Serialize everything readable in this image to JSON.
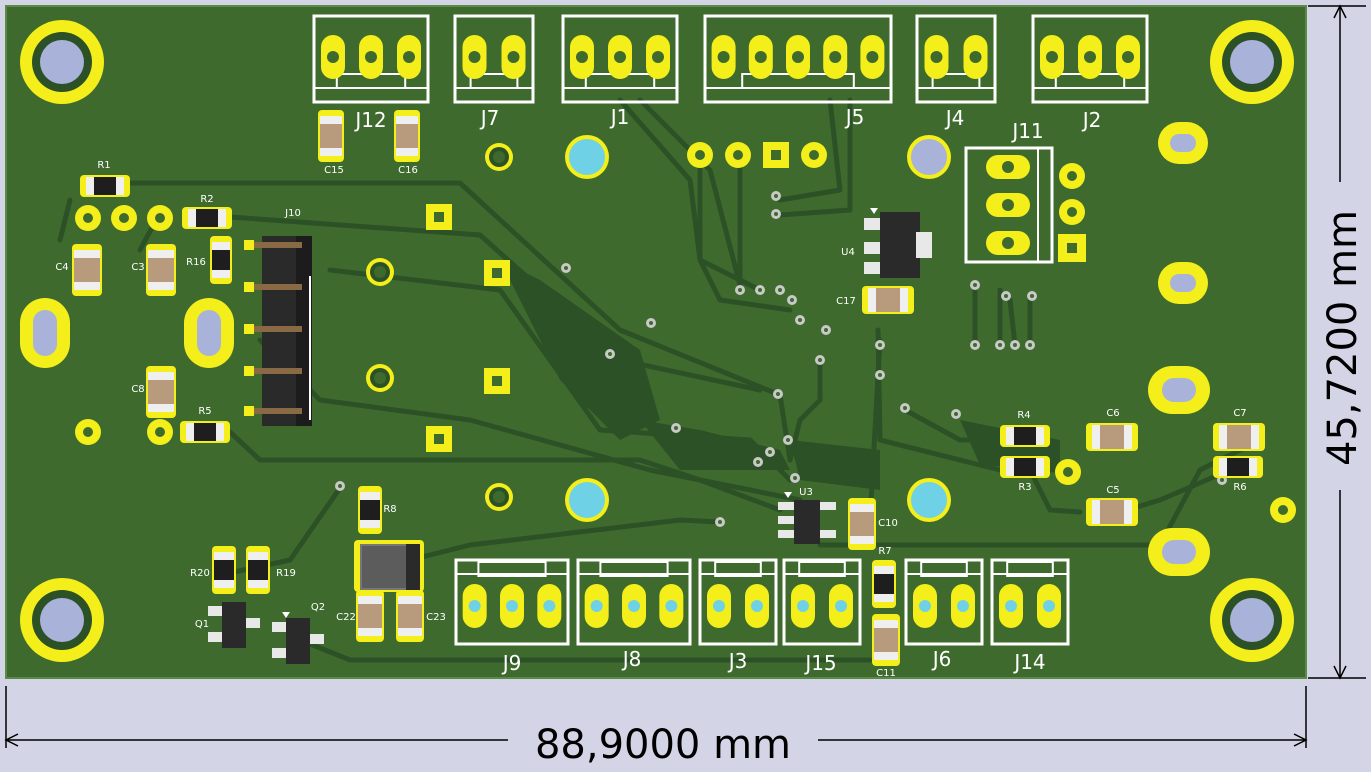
{
  "colors": {
    "background": "#d3d5e6",
    "board": "#3e6b2d",
    "copper": "#2c5126",
    "pad": "#f4ee1a",
    "silk": "#ffffff",
    "drill": "#a9b2d9",
    "via_hole": "#6fd1e6",
    "dimension": "#000000"
  },
  "dimensions": {
    "width_label": "88,9000 mm",
    "height_label": "45,7200 mm"
  },
  "connectors": [
    {
      "ref": "J12",
      "pins": 3
    },
    {
      "ref": "J7",
      "pins": 2
    },
    {
      "ref": "J1",
      "pins": 3
    },
    {
      "ref": "J5",
      "pins": 5
    },
    {
      "ref": "J4",
      "pins": 2
    },
    {
      "ref": "J2",
      "pins": 3
    },
    {
      "ref": "J11",
      "pins": 3
    },
    {
      "ref": "J10",
      "pins": 5
    },
    {
      "ref": "J9",
      "pins": 3
    },
    {
      "ref": "J8",
      "pins": 3
    },
    {
      "ref": "J3",
      "pins": 2
    },
    {
      "ref": "J15",
      "pins": 2
    },
    {
      "ref": "J6",
      "pins": 2
    },
    {
      "ref": "J14",
      "pins": 2
    }
  ],
  "components": [
    {
      "ref": "R1"
    },
    {
      "ref": "R2"
    },
    {
      "ref": "R3"
    },
    {
      "ref": "R4"
    },
    {
      "ref": "R5"
    },
    {
      "ref": "R6"
    },
    {
      "ref": "R7"
    },
    {
      "ref": "R8"
    },
    {
      "ref": "R16"
    },
    {
      "ref": "R19"
    },
    {
      "ref": "R20"
    },
    {
      "ref": "C3"
    },
    {
      "ref": "C4"
    },
    {
      "ref": "C5"
    },
    {
      "ref": "C6"
    },
    {
      "ref": "C7"
    },
    {
      "ref": "C8"
    },
    {
      "ref": "C10"
    },
    {
      "ref": "C11"
    },
    {
      "ref": "C15"
    },
    {
      "ref": "C16"
    },
    {
      "ref": "C17"
    },
    {
      "ref": "C22"
    },
    {
      "ref": "C23"
    },
    {
      "ref": "U3"
    },
    {
      "ref": "U4"
    },
    {
      "ref": "Q1"
    },
    {
      "ref": "Q2"
    }
  ]
}
